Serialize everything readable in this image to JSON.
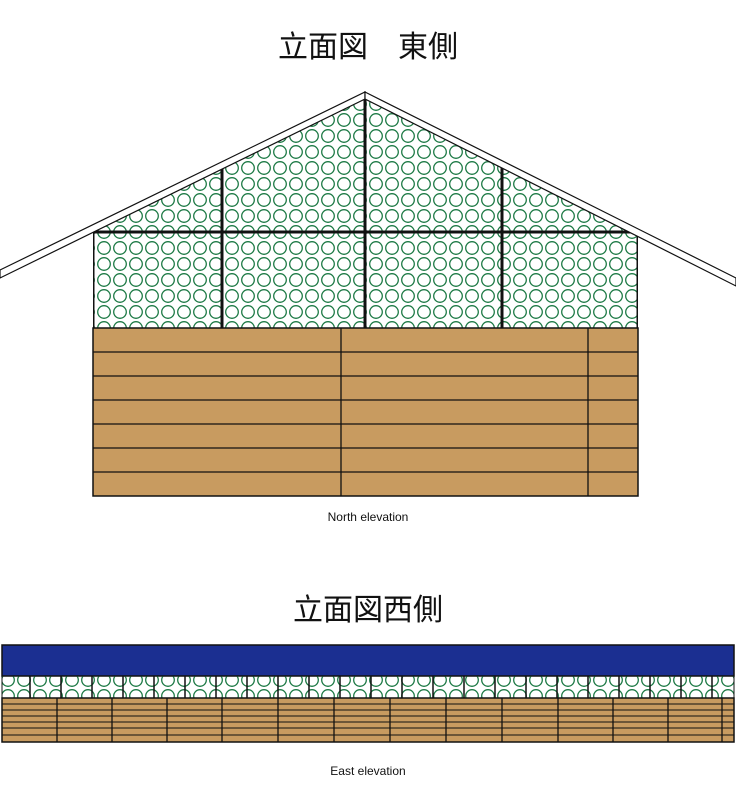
{
  "north": {
    "heading": "立面図　東側",
    "caption": "North elevation"
  },
  "east": {
    "heading": "立面図西側",
    "caption": "East elevation"
  },
  "colors": {
    "net": "#1e7a46",
    "wood": "#c89b60",
    "roof": "#1b2f91",
    "line": "#111111"
  }
}
